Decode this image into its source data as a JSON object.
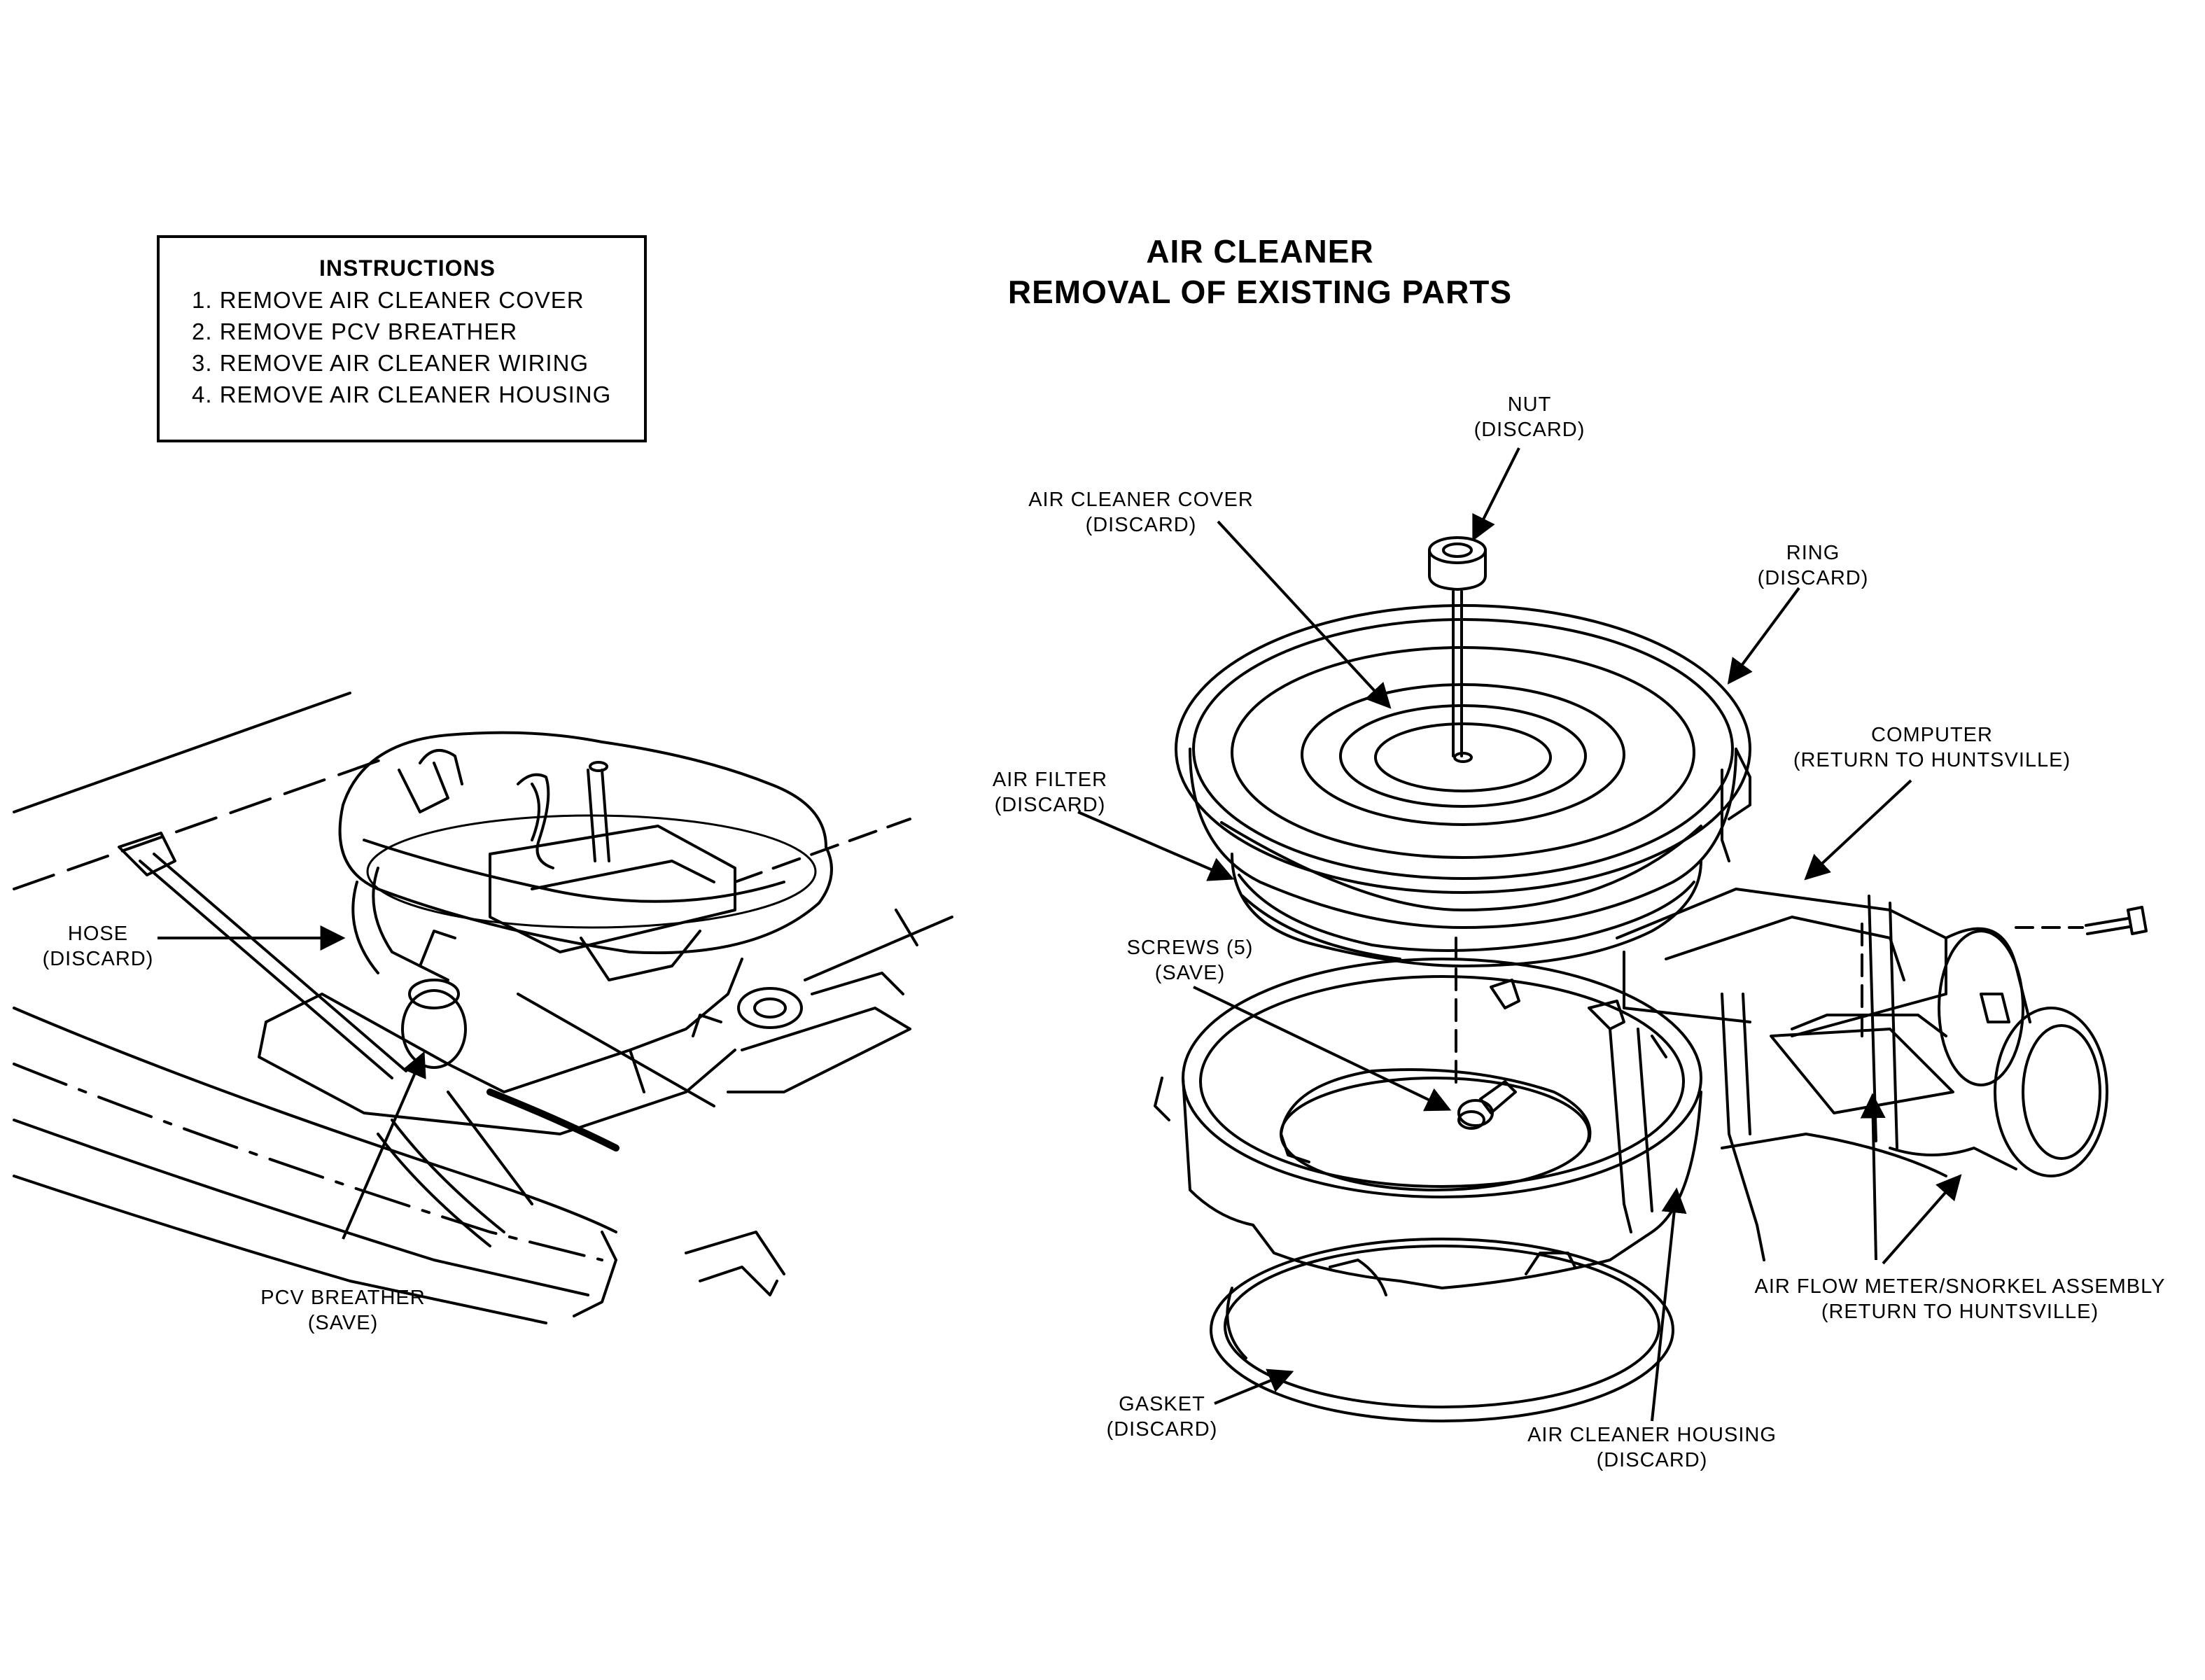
{
  "title": {
    "line1": "AIR CLEANER",
    "line2": "REMOVAL OF EXISTING PARTS"
  },
  "instructions": {
    "heading": "INSTRUCTIONS",
    "items": [
      "1. REMOVE AIR CLEANER COVER",
      "2. REMOVE PCV BREATHER",
      "3. REMOVE AIR CLEANER WIRING",
      "4. REMOVE AIR CLEANER HOUSING"
    ]
  },
  "callouts": {
    "hose": {
      "name": "HOSE",
      "note": "(DISCARD)"
    },
    "pcv_breather": {
      "name": "PCV BREATHER",
      "note": "(SAVE)"
    },
    "nut": {
      "name": "NUT",
      "note": "(DISCARD)"
    },
    "air_cleaner_cover": {
      "name": "AIR CLEANER COVER",
      "note": "(DISCARD)"
    },
    "ring": {
      "name": "RING",
      "note": "(DISCARD)"
    },
    "air_filter": {
      "name": "AIR FILTER",
      "note": "(DISCARD)"
    },
    "computer": {
      "name": "COMPUTER",
      "note": "(RETURN TO HUNTSVILLE)"
    },
    "screws": {
      "name": "SCREWS (5)",
      "note": "(SAVE)"
    },
    "air_flow_meter": {
      "name": "AIR FLOW METER/SNORKEL ASSEMBLY",
      "note": "(RETURN TO HUNTSVILLE)"
    },
    "gasket": {
      "name": "GASKET",
      "note": "(DISCARD)"
    },
    "air_cleaner_housing": {
      "name": "AIR CLEANER HOUSING",
      "note": "(DISCARD)"
    }
  },
  "colors": {
    "ink": "#000000",
    "paper": "#ffffff"
  }
}
